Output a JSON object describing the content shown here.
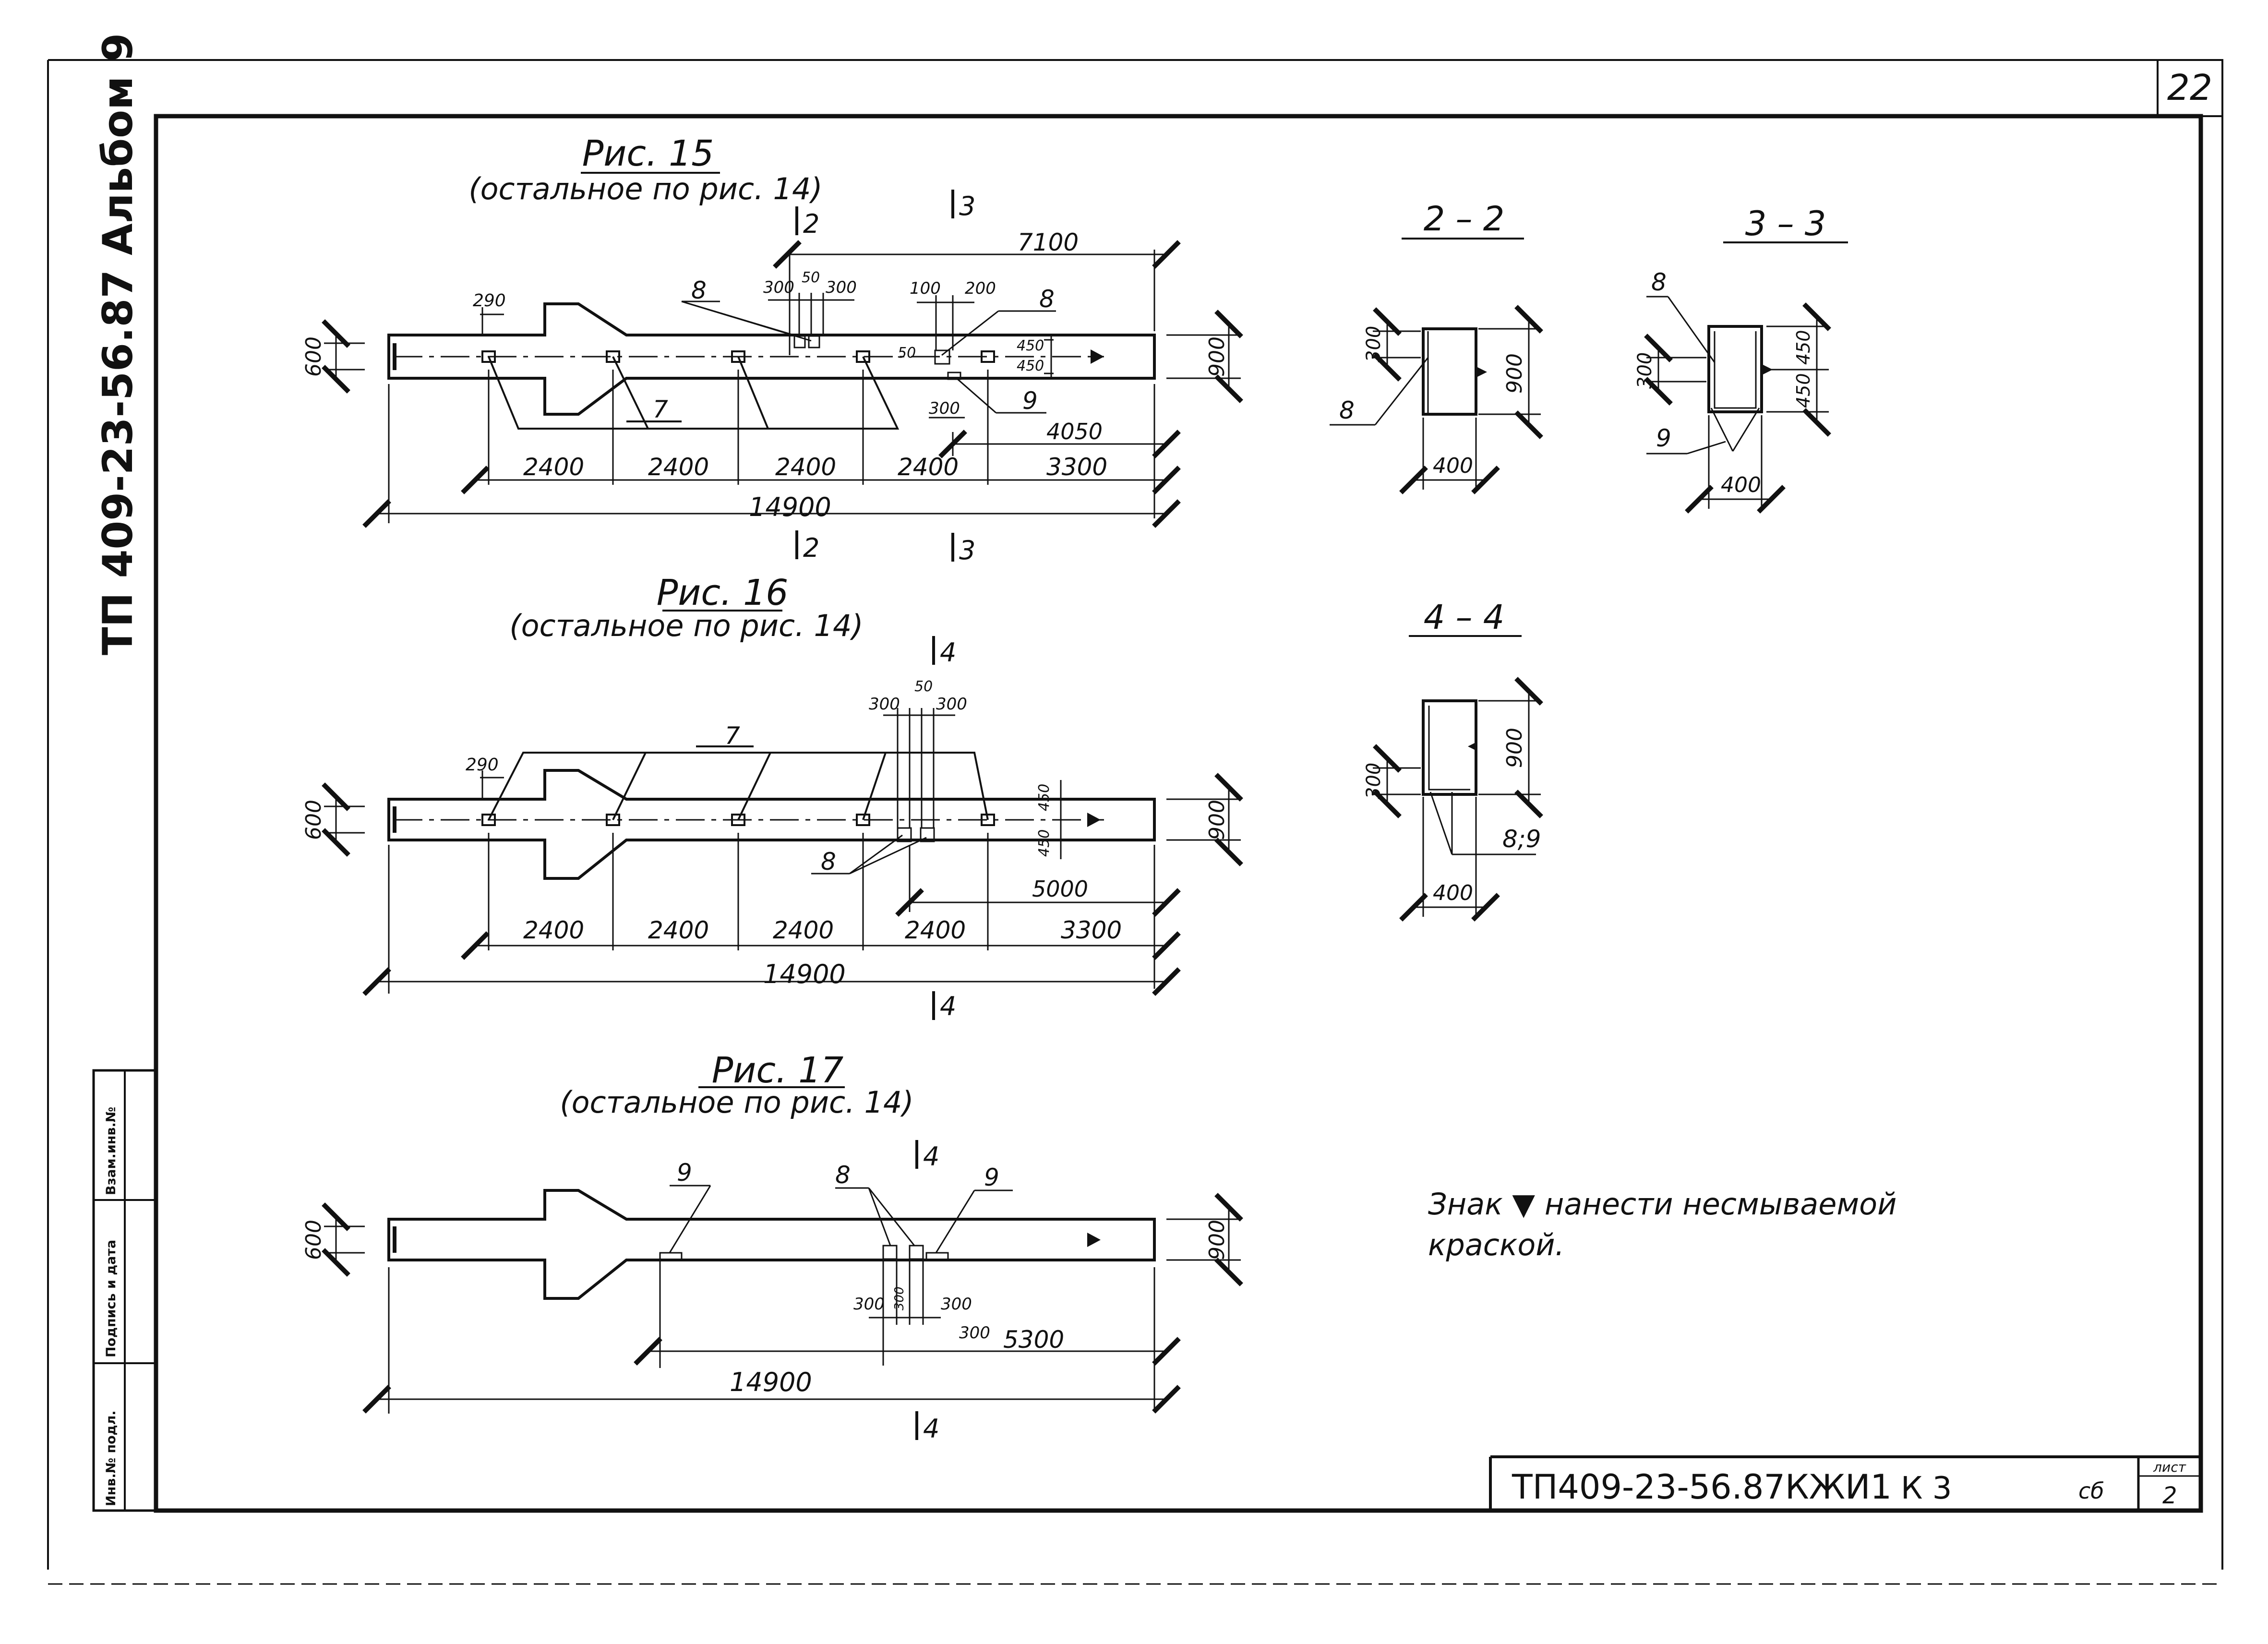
{
  "sheet": {
    "page_number": "22",
    "album_title": "ТП 409-23-56.87  Альбом 9",
    "stamp_code": "ТП409-23-56.87КЖИ1",
    "stamp_mark": "К 3",
    "stamp_format": "сб",
    "stamp_sheet_label": "лист",
    "stamp_sheet_number": "2",
    "side_labels": [
      "Инв.№ подл.",
      "Подпись и дата",
      "Взам.инв.№"
    ]
  },
  "fig15": {
    "title": "Рис. 15",
    "subtitle": "(остальное по рис. 14)",
    "section_marks": [
      "2",
      "3",
      "2",
      "3"
    ],
    "dims": {
      "total": "14900",
      "right_len": "7100",
      "seg1": "2400",
      "seg2": "2400",
      "seg3": "2400",
      "seg4": "2400",
      "seg5": "3300",
      "sub": "4050",
      "h_left": "600",
      "h_right": "900",
      "off": "290",
      "s300a": "300",
      "s300b": "300",
      "s100": "100",
      "s200": "200",
      "s300c": "300",
      "s450a": "450",
      "s450b": "450",
      "small_a": "50",
      "small_b": "50"
    },
    "callouts": [
      "8",
      "8",
      "7",
      "9"
    ]
  },
  "fig16": {
    "title": "Рис. 16",
    "subtitle": "(остальное по рис. 14)",
    "section_marks": [
      "4",
      "4"
    ],
    "dims": {
      "total": "14900",
      "seg1": "2400",
      "seg2": "2400",
      "seg3": "2400",
      "seg4": "2400",
      "seg5": "3300",
      "sub": "5000",
      "h_left": "600",
      "h_right": "900",
      "off": "290",
      "s300a": "300",
      "s300b": "300",
      "s450a": "450",
      "s450b": "450",
      "small": "50"
    },
    "callouts": [
      "7",
      "8"
    ]
  },
  "fig17": {
    "title": "Рис. 17",
    "subtitle": "(остальное по рис. 14)",
    "section_marks": [
      "4",
      "4"
    ],
    "dims": {
      "total": "14900",
      "sub": "5300",
      "h_left": "600",
      "h_right": "900",
      "s300a": "300",
      "s300b": "300",
      "s300c": "300",
      "s300d": "300"
    },
    "callouts": [
      "9",
      "8",
      "9"
    ]
  },
  "sec22": {
    "title": "2 – 2",
    "dims": {
      "h": "900",
      "w": "400",
      "a": "300"
    },
    "callouts": [
      "8"
    ]
  },
  "sec33": {
    "title": "3 – 3",
    "dims": {
      "a": "450",
      "b": "450",
      "c": "300",
      "w": "400"
    },
    "callouts": [
      "8",
      "9"
    ]
  },
  "sec44": {
    "title": "4 – 4",
    "dims": {
      "h": "900",
      "w": "400",
      "a": "300"
    },
    "callouts": [
      "8;9"
    ]
  },
  "note": {
    "line1": "Знак ▼ нанести несмываемой",
    "line2": "краской."
  }
}
